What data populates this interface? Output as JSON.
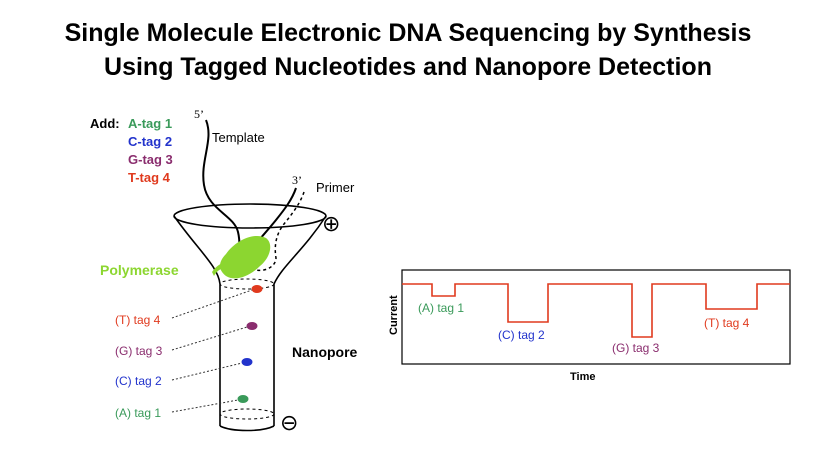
{
  "title_line1": "Single Molecule Electronic DNA Sequencing by Synthesis",
  "title_line2": "Using Tagged Nucleotides and Nanopore Detection",
  "add_label": "Add:",
  "add_items": [
    {
      "text": "A-tag 1",
      "color": "#3a9a5a"
    },
    {
      "text": "C-tag 2",
      "color": "#2233cc"
    },
    {
      "text": "G-tag 3",
      "color": "#8a2d6e"
    },
    {
      "text": "T-tag 4",
      "color": "#e03a1e"
    }
  ],
  "strand_labels": {
    "five_prime": "5’",
    "template": "Template",
    "three_prime": "3’",
    "primer": "Primer"
  },
  "polymerase_label": "Polymerase",
  "nanopore_label": "Nanopore",
  "plus_symbol": "⊕",
  "minus_symbol": "⊖",
  "tag_labels": [
    {
      "text": "(T) tag 4",
      "color": "#e03a1e"
    },
    {
      "text": "(G) tag 3",
      "color": "#8a2d6e"
    },
    {
      "text": "(C) tag 2",
      "color": "#2233cc"
    },
    {
      "text": "(A) tag 1",
      "color": "#3a9a5a"
    }
  ],
  "colors": {
    "polymerase": "#8cd630",
    "trace": "#e03a1e"
  },
  "plot": {
    "ylabel": "Current",
    "xlabel": "Time",
    "blockade_labels": [
      {
        "text": "(A) tag 1",
        "color": "#3a9a5a"
      },
      {
        "text": "(C) tag 2",
        "color": "#2233cc"
      },
      {
        "text": "(G) tag 3",
        "color": "#8a2d6e"
      },
      {
        "text": "(T) tag 4",
        "color": "#e03a1e"
      }
    ]
  }
}
